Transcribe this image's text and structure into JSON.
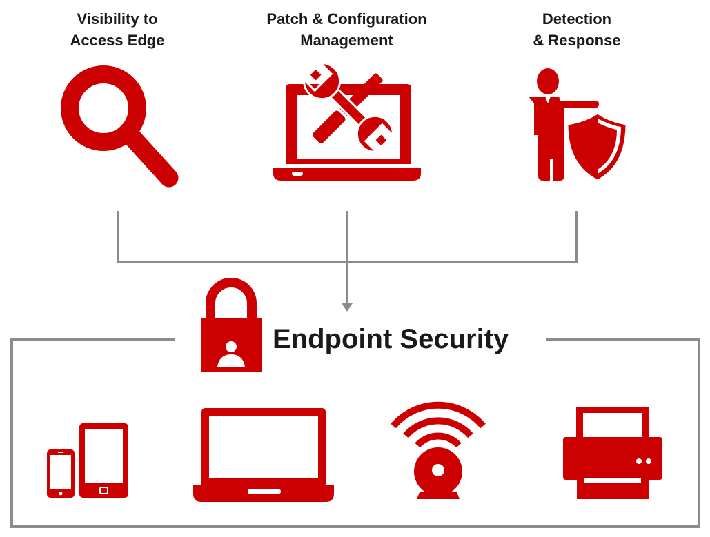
{
  "top_nodes": [
    {
      "line1": "Visibility to",
      "line2": "Access Edge"
    },
    {
      "line1": "Patch & Configuration",
      "line2": "Management"
    },
    {
      "line1": "Detection",
      "line2": "& Response"
    }
  ],
  "center": {
    "title": "Endpoint Security"
  },
  "colors": {
    "icon_red": "#cc0000",
    "connector_gray": "#8c8c8c",
    "text_dark": "#1a1a1a"
  },
  "icons": {
    "top": [
      "magnifier-icon",
      "laptop-tools-icon",
      "person-shield-icon"
    ],
    "lock": "padlock-user-icon",
    "devices": [
      "phone-tablet-icon",
      "laptop-icon",
      "webcam-wifi-icon",
      "printer-icon"
    ]
  }
}
